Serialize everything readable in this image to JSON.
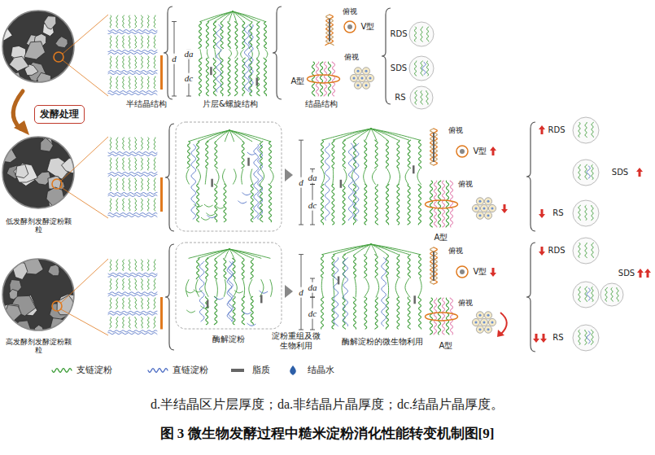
{
  "diagram": {
    "caption": "图 3 微生物发酵过程中糙米淀粉消化性能转变机制图[9]",
    "nodes": [
      {
        "text": [
          "发酵处理"
        ]
      }
    ],
    "labels": [
      "半结晶结构",
      "片层&螺旋结构",
      "结晶结构",
      "俯视",
      "V型",
      "俯视",
      "A型",
      "d",
      "da",
      "dc",
      "RDS",
      "SDS",
      "RS",
      "低发酵剂发酵淀粉颗粒",
      "俯视",
      "V型",
      "d",
      "da",
      "dc",
      "俯视",
      "A型",
      "RDS",
      "SDS",
      "RS",
      "高发酵剂发酵淀粉颗粒",
      "俯视",
      "V型",
      "d",
      "da",
      "dc",
      "俯视",
      "A型",
      "RDS",
      "SDS",
      "RS",
      "酶解淀粉",
      "淀粉重组及微生物利用",
      "酶解淀粉的微生物利用",
      "d.半结晶区片层厚度；da.非结晶片晶厚度；dc.结晶片晶厚度。"
    ],
    "legend": [
      {
        "text": "支链淀粉"
      },
      {
        "text": "直链淀粉"
      },
      {
        "text": "脂质"
      },
      {
        "text": "结晶水"
      }
    ]
  }
}
